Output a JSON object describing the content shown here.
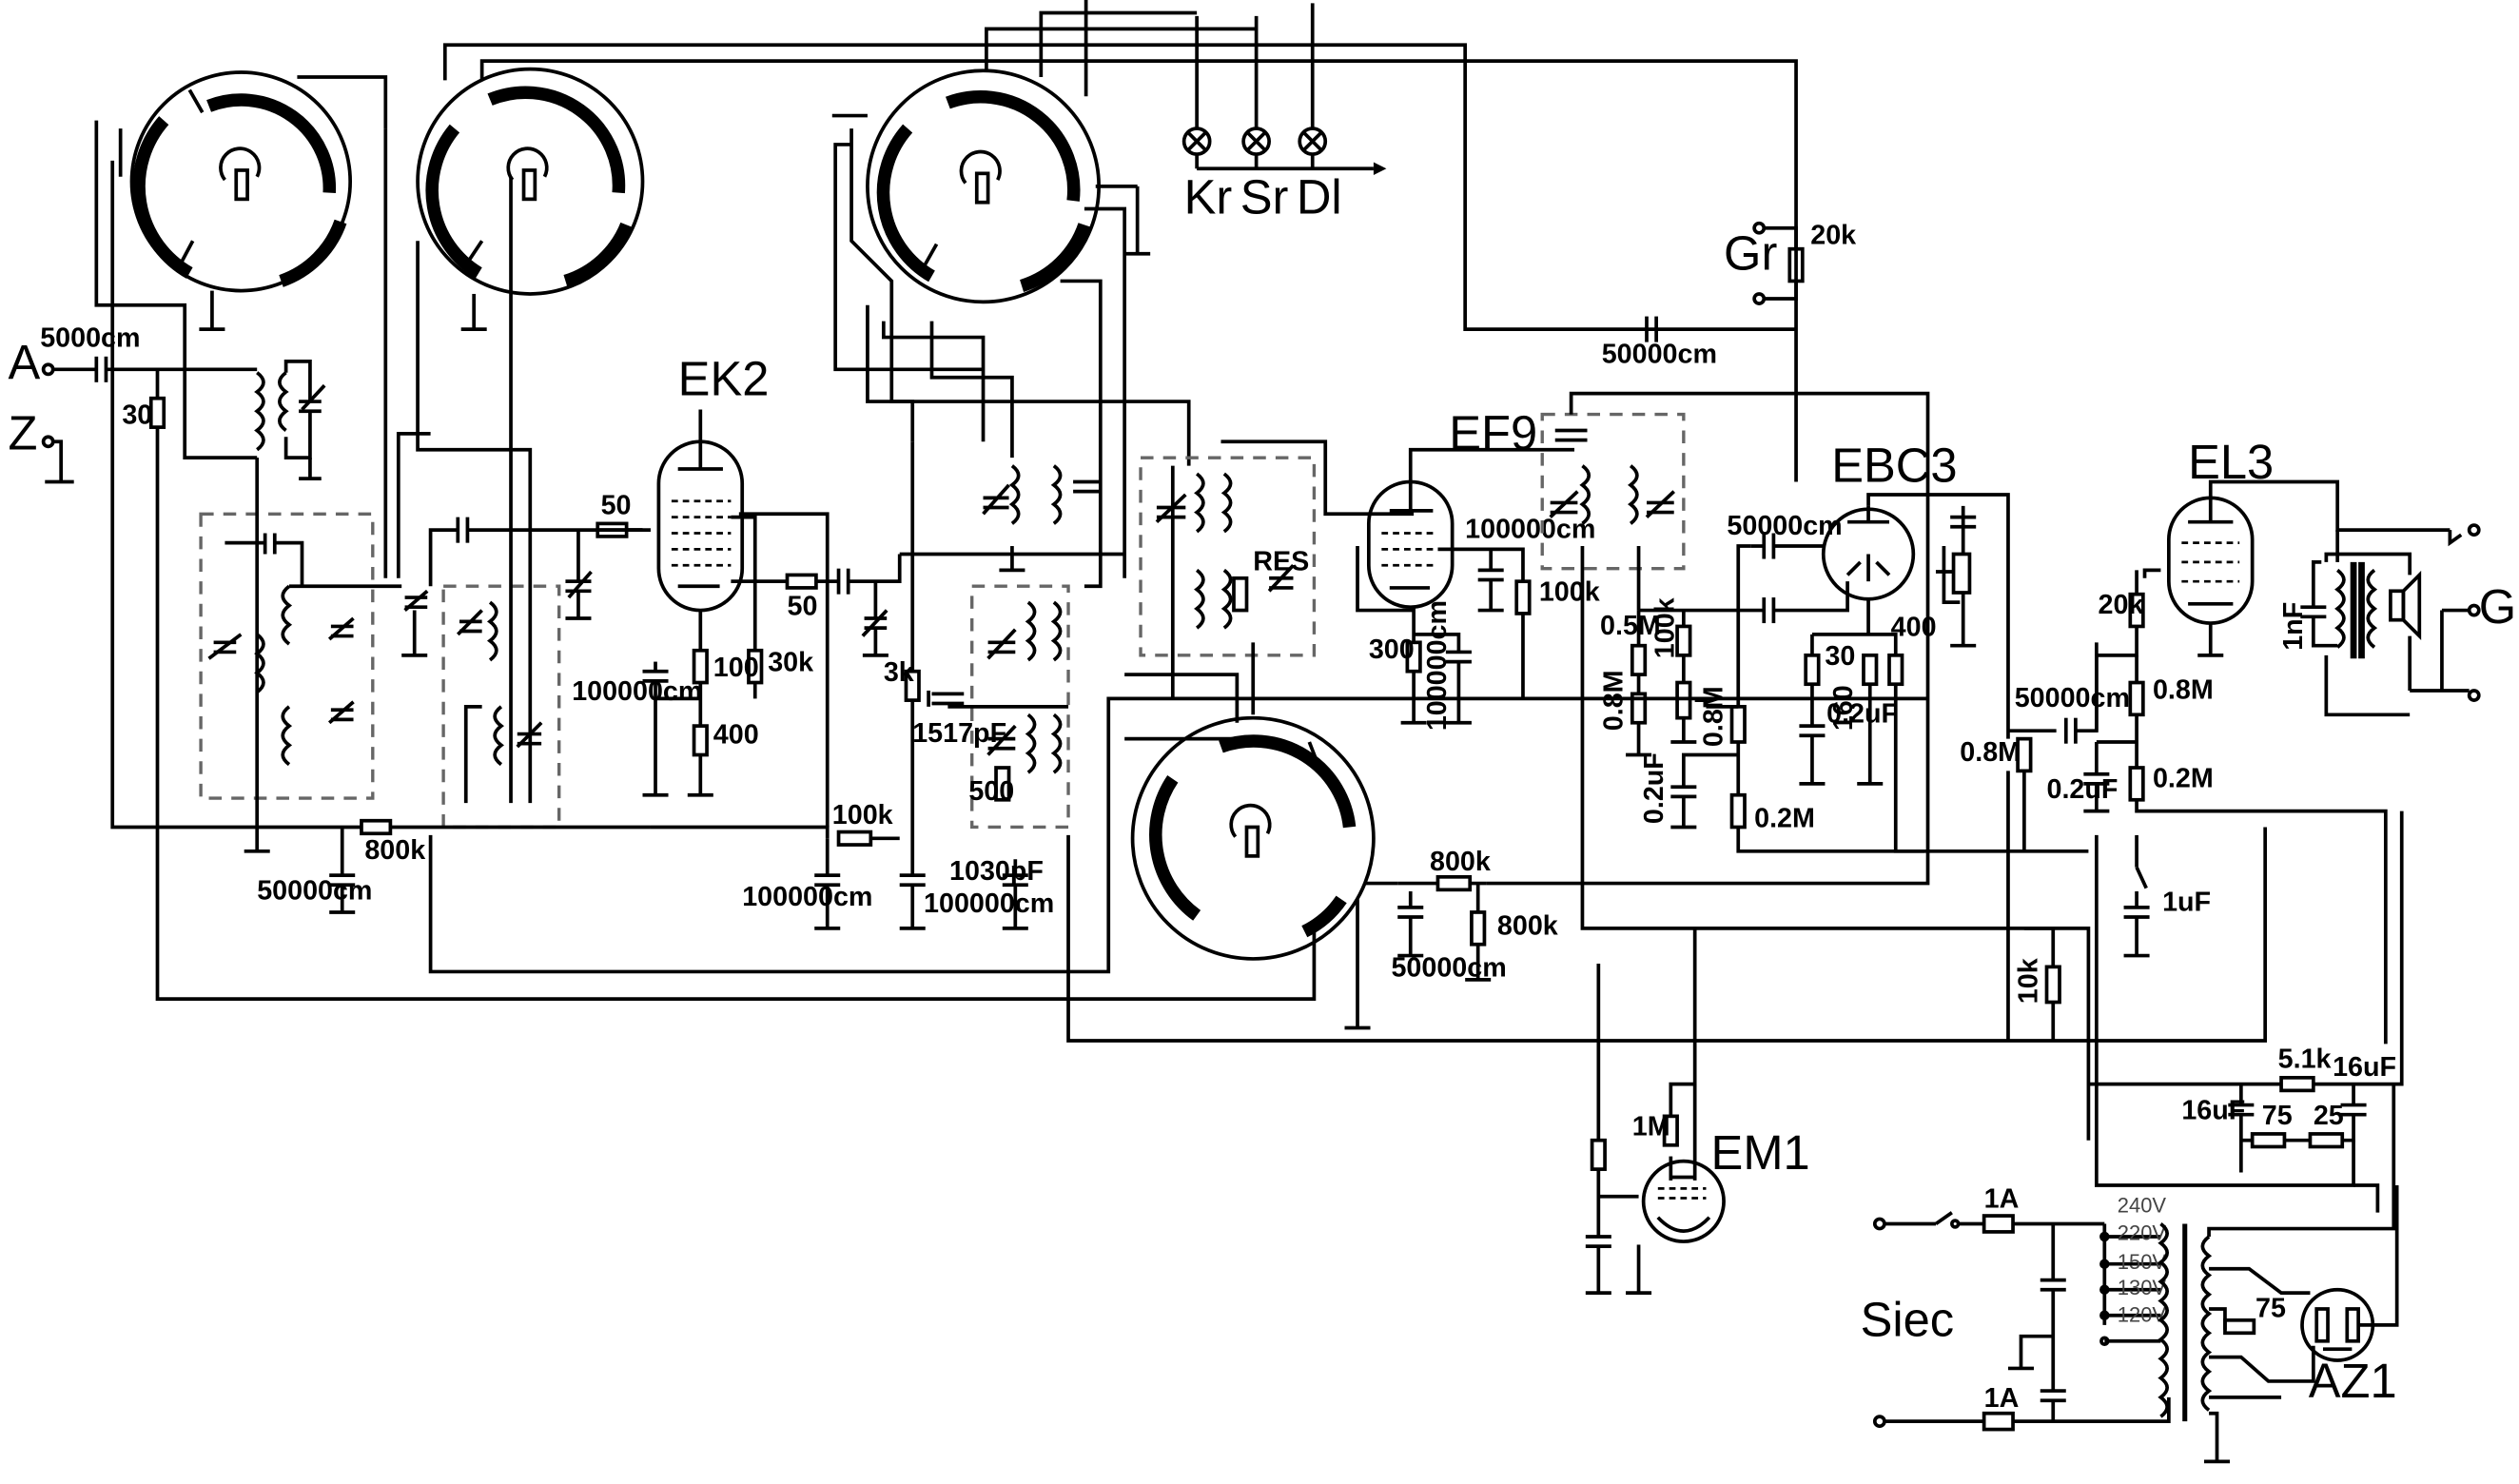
{
  "terminals": {
    "antenna": "A",
    "ground": "Z",
    "gramophone": "Gr",
    "speaker": "Gl",
    "mains": "Siec"
  },
  "tubes": {
    "mixer": "EK2",
    "if_amp": "EF9",
    "detector": "EBC3",
    "output": "EL3",
    "indicator": "EM1",
    "rectifier": "AZ1"
  },
  "band_lamps": [
    "Kr",
    "Sr",
    "Dl"
  ],
  "values": {
    "c_ant": "5000cm",
    "r_ant": "30",
    "c_left": "50000cm",
    "r_800k_a": "800k",
    "r_50_grid": "50",
    "r_50_anode": "50",
    "c_ek2_cath": "100000cm",
    "r_100": "100",
    "r_400_ek2": "400",
    "r_30k": "30k",
    "r_100k_a": "100k",
    "c_100000_a": "100000cm",
    "r_3k": "3k",
    "c_1517": "1517pF",
    "r_500": "500",
    "c_1030": "1030pF",
    "c_100000_b": "100000cm",
    "res": "RES",
    "r_800k_b": "800k",
    "r_800k_c": "800k",
    "c_50000_b": "50000cm",
    "c_ef9": "100000cm",
    "r_100k_ef9": "100k",
    "r_300": "300",
    "c_ef9_cath": "100000cm",
    "c_top": "50000cm",
    "r_20k_gr": "20k",
    "c_ebc3": "50000cm",
    "r_05m": "0.5M",
    "r_100k_b": "100k",
    "r_08m_a": "0.8M",
    "r_08m_b": "0.8M",
    "c_02uf_a": "0.2uF",
    "r_02m_a": "0.2M",
    "r_30": "30",
    "r_160": "160",
    "c_02uf_b": "0.2uF",
    "r_400": "400",
    "r_08m_c": "0.8M",
    "c_50000_c": "50000cm",
    "r_20k": "20k",
    "r_08m_d": "0.8M",
    "r_02m_b": "0.2M",
    "c_02uf_c": "0.2uF",
    "c_1uf": "1uF",
    "c_1nf": "1nF",
    "r_10k": "10k",
    "r_1m": "1M",
    "r_51k": "5.1k",
    "c_16uf_a": "16uF",
    "c_16uf_b": "16uF",
    "r_75_a": "75",
    "r_25": "25",
    "r_75_b": "75",
    "fuse_a": "1A",
    "fuse_b": "1A"
  },
  "voltage_taps": [
    "240V",
    "220V",
    "150V",
    "130V",
    "120V"
  ]
}
